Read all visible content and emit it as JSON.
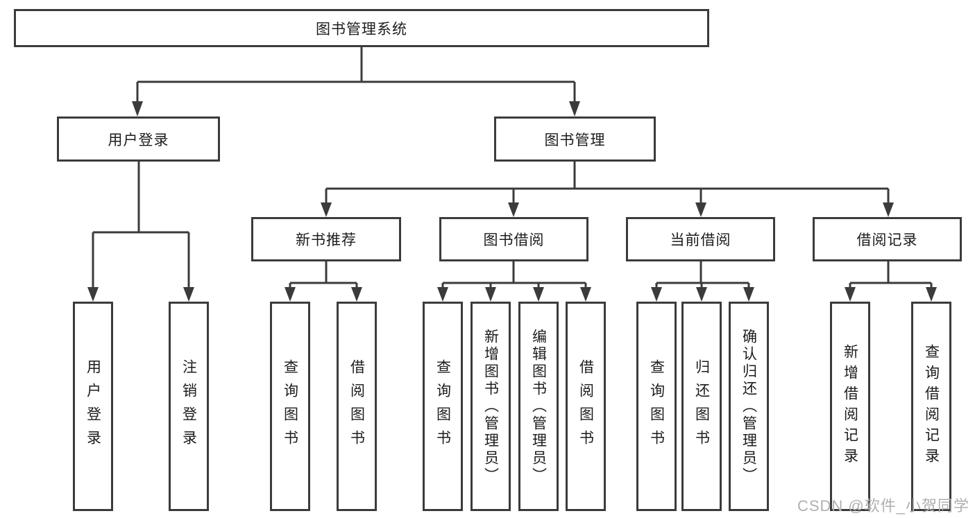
{
  "diagram": {
    "title": "图书管理系统",
    "watermark": "CSDN @软件_小贺同学",
    "colors": {
      "line": "#3b3b3b",
      "box_border": "#3b3b3b",
      "text": "#1c1c1c",
      "watermark": "#b0b0b0",
      "background": "#ffffff"
    },
    "root": {
      "label": "图书管理系统"
    },
    "level2": [
      {
        "label": "用户登录"
      },
      {
        "label": "图书管理"
      }
    ],
    "level3": [
      {
        "label": "新书推荐"
      },
      {
        "label": "图书借阅"
      },
      {
        "label": "当前借阅"
      },
      {
        "label": "借阅记录"
      }
    ],
    "leaves": {
      "user_login": [
        {
          "label": "用户登录"
        },
        {
          "label": "注销登录"
        }
      ],
      "new_book": [
        {
          "label": "查询图书"
        },
        {
          "label": "借阅图书"
        }
      ],
      "book_borrow": [
        {
          "label": "查询图书"
        },
        {
          "label": "新增图书（管理员）"
        },
        {
          "label": "编辑图书（管理员）"
        },
        {
          "label": "借阅图书"
        }
      ],
      "current_borrow": [
        {
          "label": "查询图书"
        },
        {
          "label": "归还图书"
        },
        {
          "label": "确认归还（管理员）"
        }
      ],
      "borrow_records": [
        {
          "label": "新增借阅记录"
        },
        {
          "label": "查询借阅记录"
        }
      ]
    }
  }
}
